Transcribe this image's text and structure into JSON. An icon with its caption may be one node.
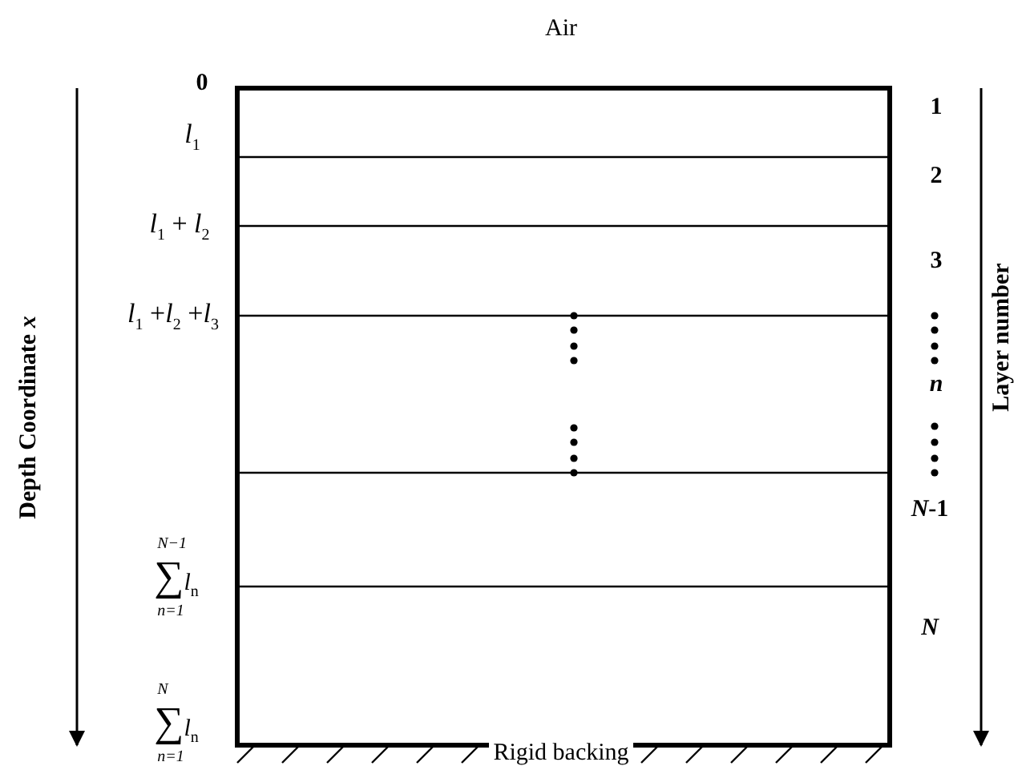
{
  "diagram": {
    "labels": [
      "Air",
      "0",
      "1",
      "*l*$_{1}$",
      "2",
      "*l*$_{1}$ + *l*$_{2}$",
      "3",
      "Depth Coordinate *x*",
      "*l*$_{1}$ +*l*$_{2}$ +*l*$_{3}$",
      "n",
      "Layer number",
      "*N*-1",
      "∑$^{N−1}$$_{n=1}$*l*$_{n}$",
      "N",
      "∑$^{N}$$_{n=1}$*l*$_{n}$",
      "Rigid backing"
    ]
  }
}
